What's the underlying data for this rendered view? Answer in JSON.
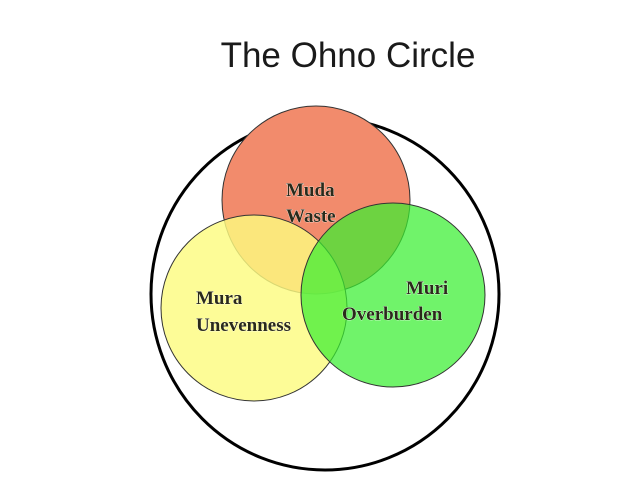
{
  "title": "The Ohno Circle",
  "circles": {
    "outer": {
      "color": "#000000"
    },
    "muda": {
      "line1": "Muda",
      "line2": "Waste",
      "color": "#f28b6c"
    },
    "mura": {
      "line1": "Mura",
      "line2": "Unevenness",
      "color": "#fcfb80"
    },
    "muri": {
      "line1": "Muri",
      "line2": "Overburden",
      "color": "#4ff04a"
    }
  }
}
